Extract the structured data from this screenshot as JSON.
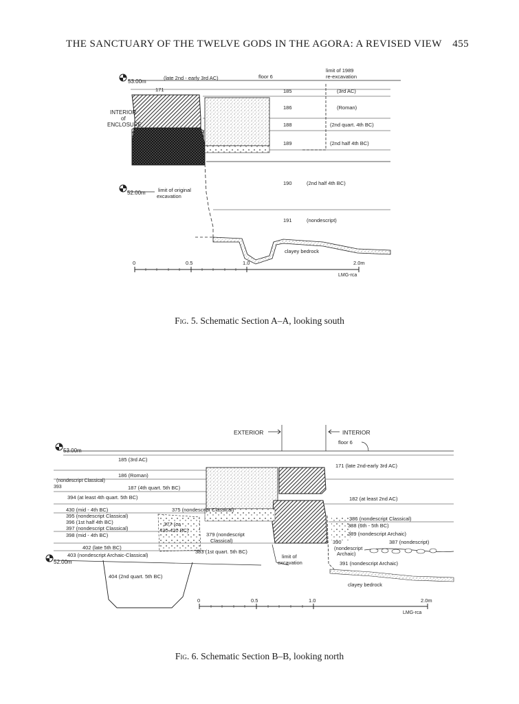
{
  "header": {
    "title": "THE SANCTUARY OF THE TWELVE GODS IN THE AGORA: A REVISED VIEW",
    "page": "455"
  },
  "fig5": {
    "fig_label": "Fig. 5.",
    "caption": "Schematic Section A–A, looking south",
    "elev_top": "53.00m",
    "elev_low": "52.00m",
    "note_date": "(late 2nd - early 3rd AC)",
    "floor": "floor 6",
    "limit_1989": "limit of 1989",
    "reexc": "re-excavation",
    "l171": "171",
    "interior1": "INTERIOR",
    "interior2": "of",
    "interior3": "ENCLOSURE",
    "limit_orig1": "limit of original",
    "limit_orig2": "excavation",
    "layers": [
      {
        "n": "185",
        "d": "(3rd AC)"
      },
      {
        "n": "186",
        "d": "(Roman)"
      },
      {
        "n": "188",
        "d": "(2nd quart. 4th BC)"
      },
      {
        "n": "189",
        "d": "(2nd half 4th BC)"
      },
      {
        "n": "190",
        "d": "(2nd half 4th BC)"
      },
      {
        "n": "191",
        "d": "(nondescript)"
      }
    ],
    "bedrock": "clayey bedrock",
    "scale": [
      "0",
      "0.5",
      "1.0",
      "2.0m"
    ],
    "credit": "LMG-rca"
  },
  "fig6": {
    "fig_label": "Fig. 6.",
    "caption": "Schematic Section B–B, looking north",
    "exterior": "EXTERIOR",
    "interior": "INTERIOR",
    "floor": "floor 6",
    "elev_top": "53.00m",
    "elev_low": "52.00m",
    "l185": "185 (3rd AC)",
    "l186": "186 (Roman)",
    "l171": "171 (late 2nd-early 3rd AC)",
    "lnd": "(nondescript Classical)",
    "l393": "393",
    "l187": "187 (4th quart. 5th BC)",
    "l394": "394 (at least 4th quart. 5th BC)",
    "l182": "182 (at least 2nd AC)",
    "l430": "430 (mid - 4th BC)",
    "l395": "395 (nondescript Classical)",
    "l396": "396 (1st half 4th BC)",
    "l397": "397 (nondescript Classical)",
    "l398": "398 (mid - 4th BC)",
    "l402": "402 (late 5th BC)",
    "l403": "403 (nondescript Archaic-Classical)",
    "l375": "375 (nondescript Classical)",
    "l377a": "377 (ca",
    "l377b": "430-420 BC)",
    "l379a": "379 (nondescript",
    "l379b": "Classical)",
    "l383": "383 (1st quart. 5th BC)",
    "limit1": "limit of",
    "limit2": "excavation",
    "l386": "386 (nondescript Classical)",
    "l388": "388 (6th - 5th BC)",
    "l389": "389 (nondescript Archaic)",
    "l390a": "390",
    "l390b": "(nondescript",
    "l390c": "Archaic)",
    "l387": "387 (nondescript)",
    "l391": "391 (nondescript Archaic)",
    "l404": "404 (2nd quart. 5th BC)",
    "bedrock": "clayey bedrock",
    "scale": [
      "0",
      "0.5",
      "1.0",
      "2.0m"
    ],
    "credit": "LMG-rca"
  }
}
